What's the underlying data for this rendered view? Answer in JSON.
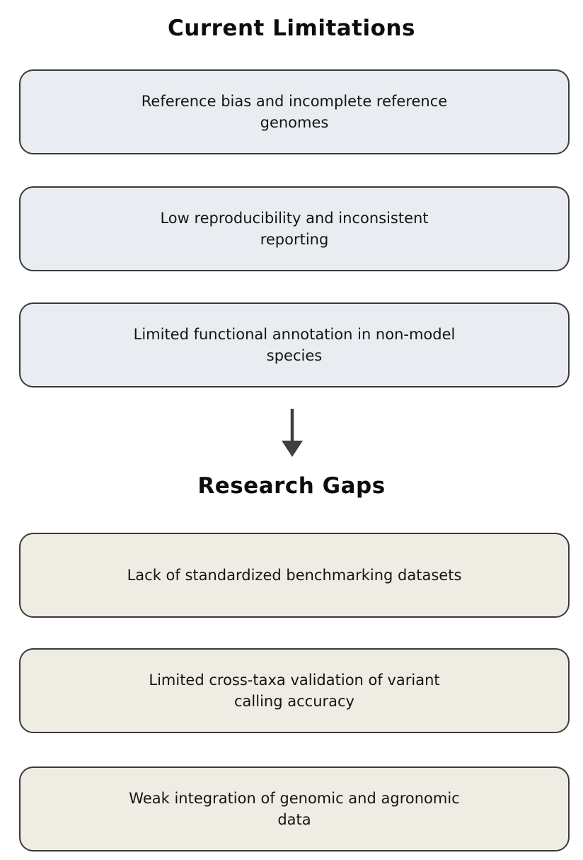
{
  "page": {
    "background_color": "#ffffff",
    "text_color": "#141414"
  },
  "diagram": {
    "sections": [
      {
        "title": "Current Limitations",
        "box_fill_color": "#e9edf2",
        "box_border_color": "#3a3a3a",
        "boxes": [
          {
            "lines": [
              "Reference bias and incomplete reference",
              "genomes"
            ]
          },
          {
            "lines": [
              "Low reproducibility and inconsistent",
              "reporting"
            ]
          },
          {
            "lines": [
              "Limited functional annotation in non-model",
              "species"
            ]
          }
        ]
      },
      {
        "title": "Research Gaps",
        "box_fill_color": "#efece4",
        "box_border_color": "#3a3a3a",
        "boxes": [
          {
            "lines": [
              "Lack of standardized benchmarking datasets"
            ]
          },
          {
            "lines": [
              "Limited cross-taxa validation of variant",
              "calling accuracy"
            ]
          },
          {
            "lines": [
              "Weak integration of genomic and agronomic",
              "data"
            ]
          }
        ]
      }
    ],
    "arrow": {
      "direction": "down",
      "color": "#3f3f3f"
    }
  }
}
